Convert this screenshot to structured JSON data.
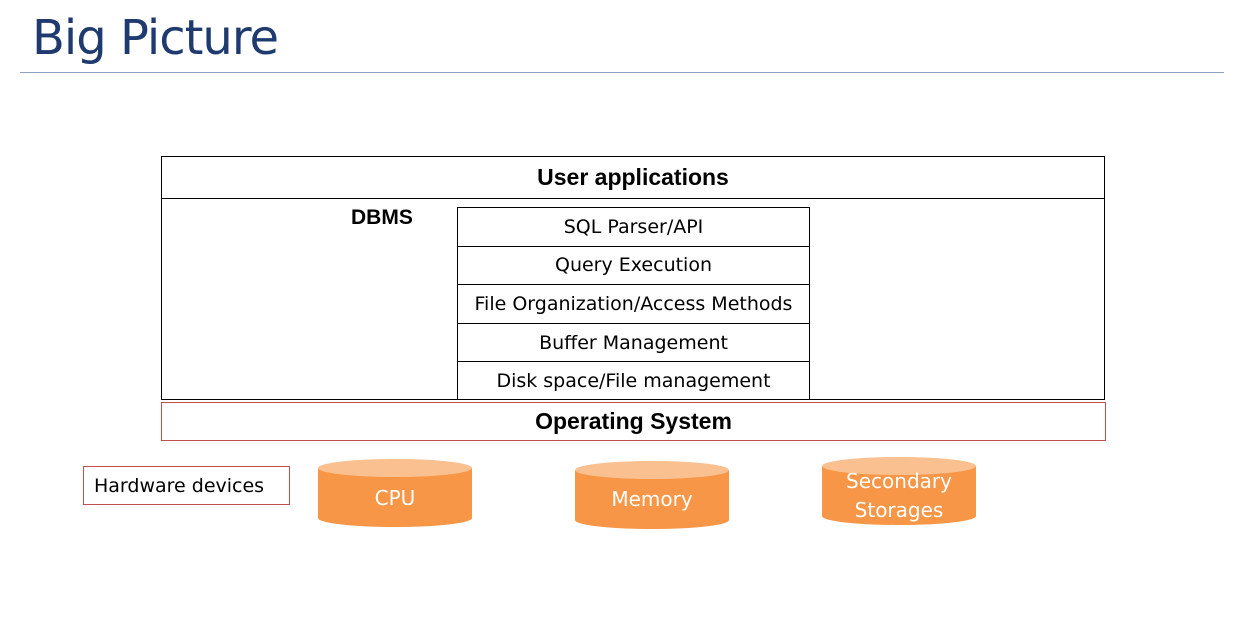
{
  "title": "Big Picture",
  "layers": {
    "user_applications": "User applications",
    "dbms_label": "DBMS",
    "dbms_components": [
      "SQL Parser/API",
      "Query Execution",
      "File Organization/Access Methods",
      "Buffer Management",
      "Disk space/File management"
    ],
    "operating_system": "Operating System"
  },
  "hardware": {
    "label": "Hardware devices",
    "devices": [
      {
        "line1": "CPU",
        "line2": ""
      },
      {
        "line1": "Memory",
        "line2": ""
      },
      {
        "line1": "Secondary",
        "line2": "Storages"
      }
    ]
  },
  "colors": {
    "title": "#1f3a6e",
    "cylinder_body": "#f79646",
    "cylinder_top": "#fac090",
    "accent_border": "#c0504d"
  }
}
